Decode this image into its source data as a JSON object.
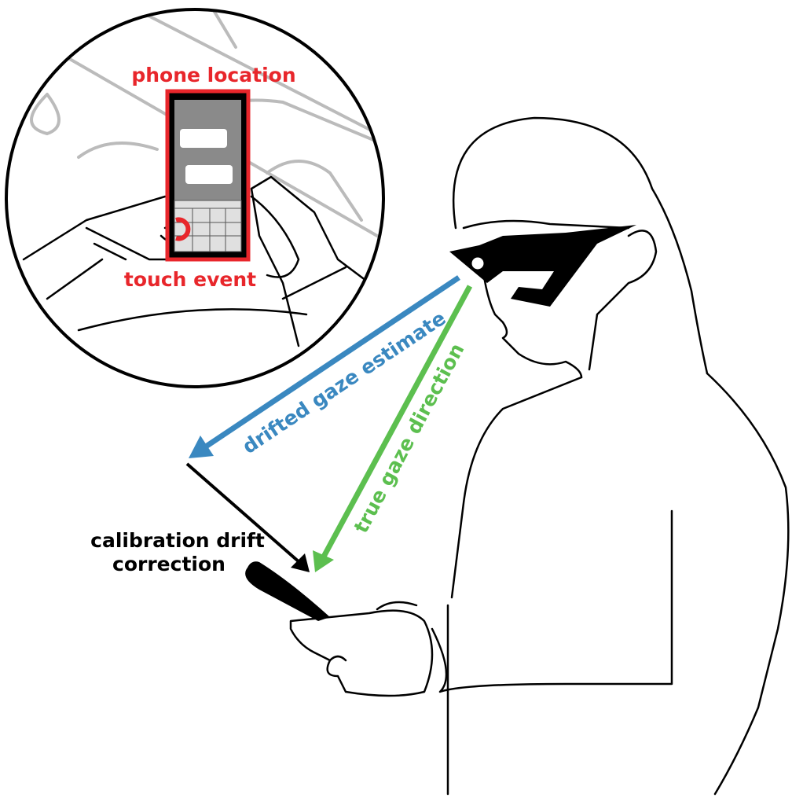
{
  "labels": {
    "phone_location": "phone location",
    "touch_event": "touch event",
    "drifted_gaze": "drifted gaze estimate",
    "true_gaze": "true gaze direction",
    "correction_line1": "calibration drift",
    "correction_line2": "correction"
  },
  "colors": {
    "red": "#e8262b",
    "blue": "#3a88c0",
    "green": "#5cbf4f",
    "black": "#000000"
  }
}
